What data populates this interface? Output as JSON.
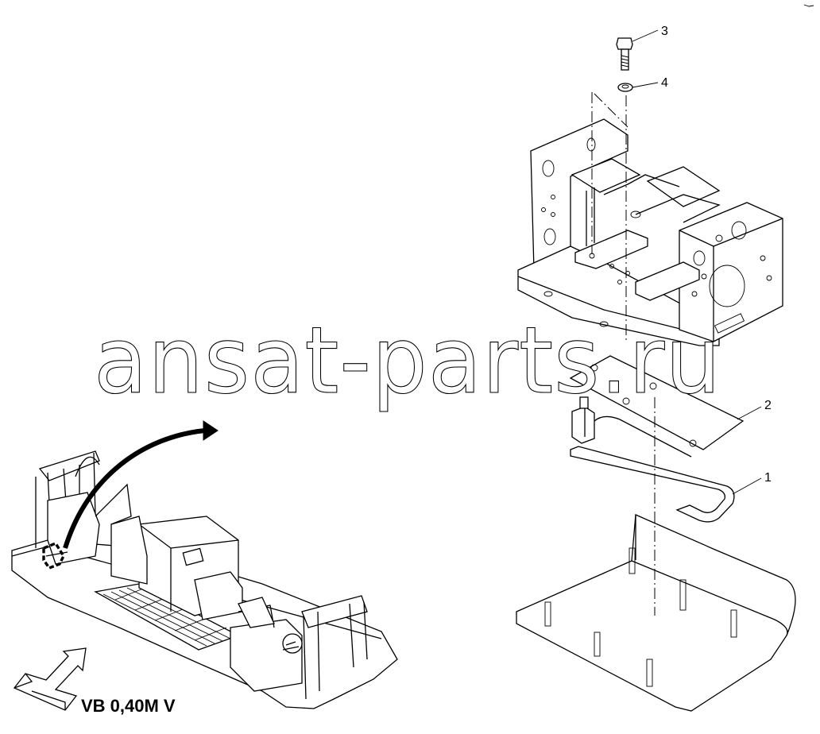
{
  "diagram": {
    "watermark": "ansat-parts.ru",
    "view_label": "VB 0,40M V",
    "callouts": [
      {
        "id": "3",
        "label": "3",
        "part": "bolt"
      },
      {
        "id": "4",
        "label": "4",
        "part": "washer"
      },
      {
        "id": "2",
        "label": "2",
        "part": "switch-plate"
      },
      {
        "id": "1",
        "label": "1",
        "part": "gasket"
      }
    ],
    "colors": {
      "line": "#000000",
      "background": "#ffffff",
      "watermark_fill": "#ffffff"
    }
  }
}
